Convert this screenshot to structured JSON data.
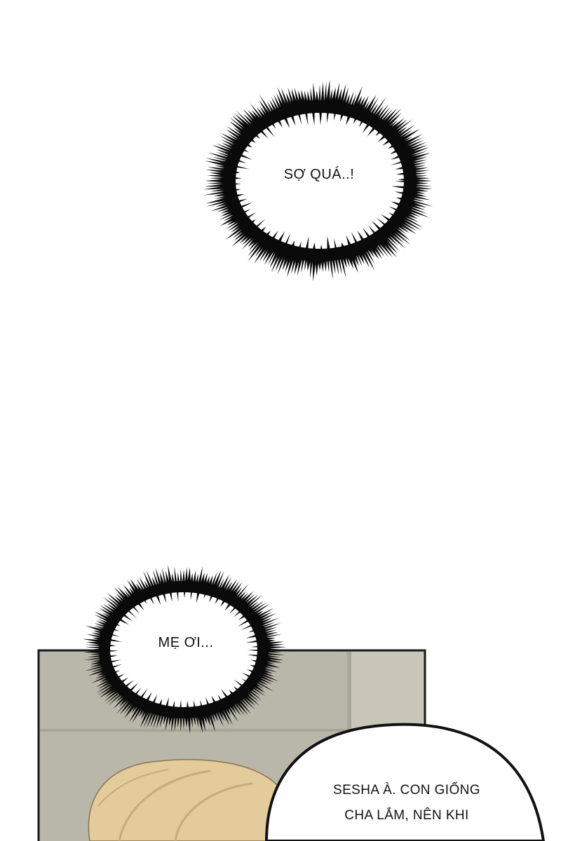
{
  "panels": {
    "thought_1": {
      "text": "SỢ QUÁ..!"
    },
    "thought_2": {
      "text": "MẸ ƠI..."
    },
    "speech_1": {
      "line_1": "SESHA À. CON GIỐNG",
      "line_2": "CHA LẮM, NÊN KHI"
    }
  },
  "colors": {
    "background": "#ffffff",
    "panel_wall": "#b9b7a9",
    "panel_border": "#1a1a1a",
    "hair": "#e3cb9b",
    "hair_shade": "#c7ab78",
    "bubble_ink": "#0a0a0a"
  }
}
